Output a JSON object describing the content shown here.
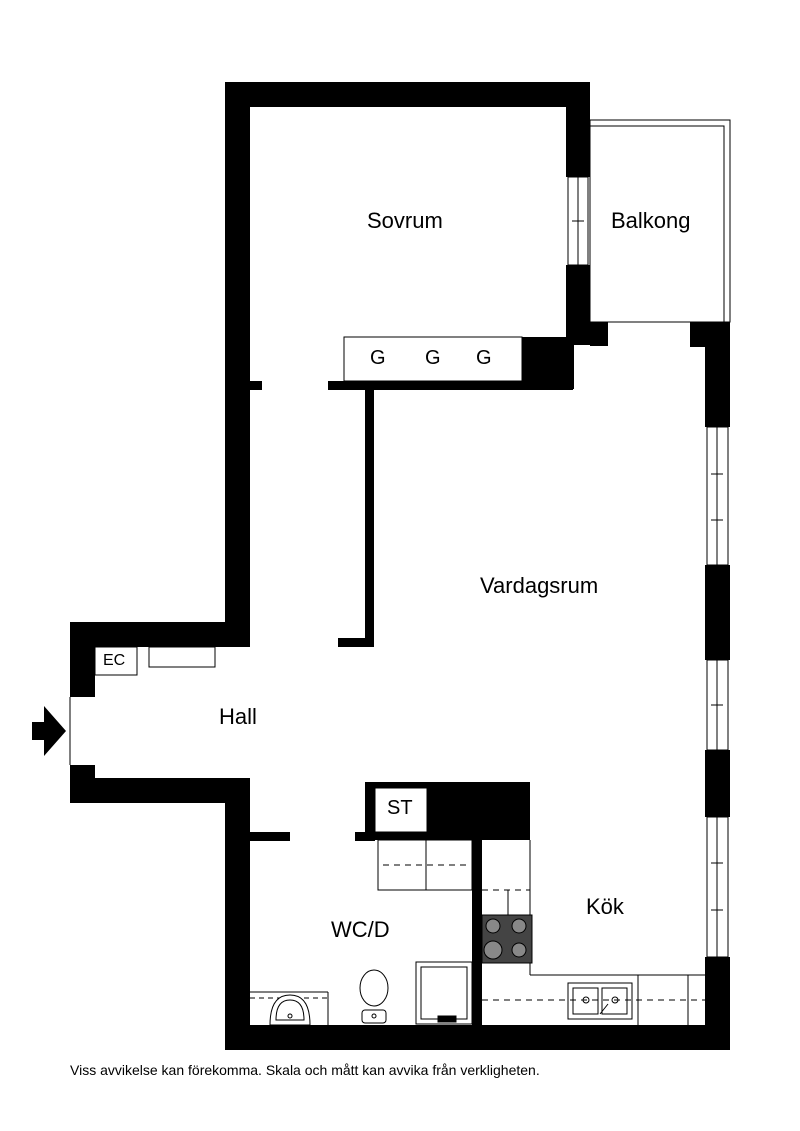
{
  "rooms": {
    "sovrum": "Sovrum",
    "balkong": "Balkong",
    "vardagsrum": "Vardagsrum",
    "hall": "Hall",
    "wc": "WC/D",
    "kok": "Kök"
  },
  "fixtures": {
    "wardrobe_1": "G",
    "wardrobe_2": "G",
    "wardrobe_3": "G",
    "electrical_cabinet": "EC",
    "storage": "ST"
  },
  "disclaimer": "Viss avvikelse kan förekomma. Skala och mått kan avvika från verkligheten.",
  "colors": {
    "wall": "#000000",
    "background": "#ffffff",
    "line": "#000000"
  },
  "icons": {
    "entrance": "entrance-arrow-icon"
  }
}
